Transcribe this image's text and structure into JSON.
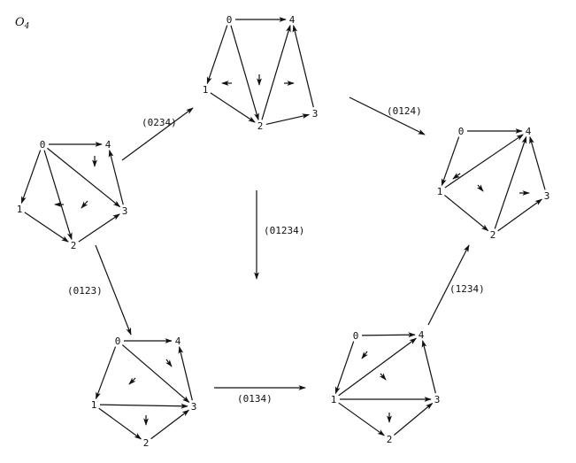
{
  "title": "O",
  "title_subscript": "4",
  "ink_color": "#111111",
  "configurations": [
    {
      "id": "c1",
      "nodes": [
        "0",
        "1",
        "2",
        "3",
        "4"
      ],
      "edges": [
        [
          "0",
          "4"
        ],
        [
          "0",
          "1"
        ],
        [
          "0",
          "2"
        ],
        [
          "0",
          "3"
        ],
        [
          "1",
          "2"
        ],
        [
          "2",
          "3"
        ],
        [
          "3",
          "4"
        ]
      ]
    },
    {
      "id": "c2",
      "nodes": [
        "0",
        "1",
        "2",
        "3",
        "4"
      ],
      "edges": [
        [
          "0",
          "4"
        ],
        [
          "0",
          "1"
        ],
        [
          "0",
          "2"
        ],
        [
          "1",
          "2"
        ],
        [
          "2",
          "4"
        ],
        [
          "2",
          "3"
        ],
        [
          "3",
          "4"
        ]
      ]
    },
    {
      "id": "c3",
      "nodes": [
        "0",
        "1",
        "2",
        "3",
        "4"
      ],
      "edges": [
        [
          "0",
          "4"
        ],
        [
          "0",
          "1"
        ],
        [
          "1",
          "4"
        ],
        [
          "1",
          "2"
        ],
        [
          "2",
          "4"
        ],
        [
          "2",
          "3"
        ],
        [
          "3",
          "4"
        ]
      ]
    },
    {
      "id": "c4",
      "nodes": [
        "0",
        "1",
        "2",
        "3",
        "4"
      ],
      "edges": [
        [
          "0",
          "4"
        ],
        [
          "0",
          "1"
        ],
        [
          "0",
          "3"
        ],
        [
          "1",
          "3"
        ],
        [
          "1",
          "2"
        ],
        [
          "2",
          "3"
        ],
        [
          "3",
          "4"
        ]
      ]
    },
    {
      "id": "c5",
      "nodes": [
        "0",
        "1",
        "2",
        "3",
        "4"
      ],
      "edges": [
        [
          "0",
          "4"
        ],
        [
          "0",
          "1"
        ],
        [
          "1",
          "4"
        ],
        [
          "1",
          "3"
        ],
        [
          "1",
          "2"
        ],
        [
          "2",
          "3"
        ],
        [
          "3",
          "4"
        ]
      ]
    }
  ],
  "transitions": [
    {
      "from": "c1",
      "to": "c2",
      "label": "(0234)"
    },
    {
      "from": "c2",
      "to": "c3",
      "label": "(0124)"
    },
    {
      "from": "c2",
      "to": "c5",
      "label": "(01234)"
    },
    {
      "from": "c1",
      "to": "c4",
      "label": "(0123)"
    },
    {
      "from": "c4",
      "to": "c5",
      "label": "(0134)"
    },
    {
      "from": "c5",
      "to": "c3",
      "label": "(1234)"
    }
  ]
}
